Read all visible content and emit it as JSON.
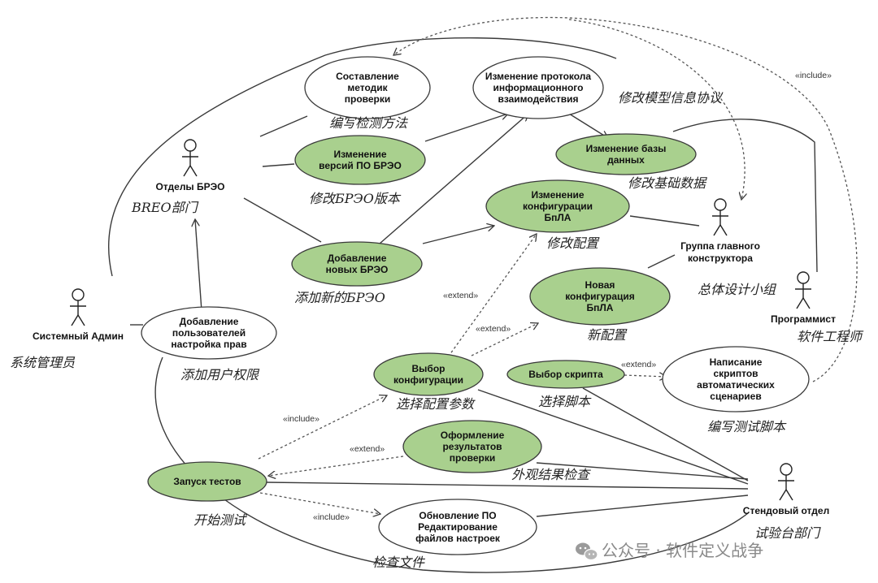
{
  "use_cases": [
    {
      "id": "uc1",
      "lines": [
        "Составление",
        "методик",
        "проверки"
      ],
      "zh": "编写检测方法",
      "fill": "#ffffff"
    },
    {
      "id": "uc2",
      "lines": [
        "Изменение протокола",
        "информационного",
        "взаимодействия"
      ],
      "zh": "修改模型信息协议",
      "fill": "#ffffff"
    },
    {
      "id": "uc3",
      "lines": [
        "Изменение",
        "версий ПО БРЭО"
      ],
      "zh": "修改БРЭО版本",
      "fill": "#a9d08e"
    },
    {
      "id": "uc4",
      "lines": [
        "Изменение базы",
        "данных"
      ],
      "zh": "修改基础数据",
      "fill": "#a9d08e"
    },
    {
      "id": "uc5",
      "lines": [
        "Изменение",
        "конфигурации",
        "БпЛА"
      ],
      "zh": "修改配置",
      "fill": "#a9d08e"
    },
    {
      "id": "uc6",
      "lines": [
        "Добавление",
        "новых БРЭО"
      ],
      "zh": "添加新的БРЭО",
      "fill": "#a9d08e"
    },
    {
      "id": "uc7",
      "lines": [
        "Новая",
        "конфигурация",
        "БпЛА"
      ],
      "zh": "新配置",
      "fill": "#a9d08e"
    },
    {
      "id": "uc8",
      "lines": [
        "Добавление",
        "пользователей",
        "настройка прав"
      ],
      "zh": "添加用户权限",
      "fill": "#ffffff"
    },
    {
      "id": "uc9",
      "lines": [
        "Выбор",
        "конфигурации"
      ],
      "zh": "选择配置参数",
      "fill": "#a9d08e"
    },
    {
      "id": "uc10",
      "lines": [
        "Выбор скрипта"
      ],
      "zh": "选择脚本",
      "fill": "#a9d08e"
    },
    {
      "id": "uc11",
      "lines": [
        "Написание",
        "скриптов",
        "автоматических",
        "сценариев"
      ],
      "zh": "编写测试脚本",
      "fill": "#ffffff"
    },
    {
      "id": "uc12",
      "lines": [
        "Оформление",
        "результатов",
        "проверки"
      ],
      "zh": "外观结果检查",
      "fill": "#a9d08e"
    },
    {
      "id": "uc13",
      "lines": [
        "Запуск тестов"
      ],
      "zh": "开始测试",
      "fill": "#a9d08e"
    },
    {
      "id": "uc14",
      "lines": [
        "Обновление ПО",
        "Редактирование",
        "файлов настроек"
      ],
      "zh": "检查文件",
      "fill": "#ffffff"
    }
  ],
  "actors": [
    {
      "id": "a1",
      "name": "Отделы БРЭО",
      "zh": "BREO部门"
    },
    {
      "id": "a2",
      "name": "Системный Админ",
      "zh": "系统管理员"
    },
    {
      "id": "a3",
      "name": "Группа главного\nконструктора",
      "zh": "总体设计小组"
    },
    {
      "id": "a4",
      "name": "Программист",
      "zh": "软件工程师"
    },
    {
      "id": "a5",
      "name": "Стендовый отдел",
      "zh": "试验台部门"
    }
  ],
  "stereotypes": {
    "include": "«include»",
    "extend": "«extend»"
  },
  "watermark": "公众号 · 软件定义战争"
}
